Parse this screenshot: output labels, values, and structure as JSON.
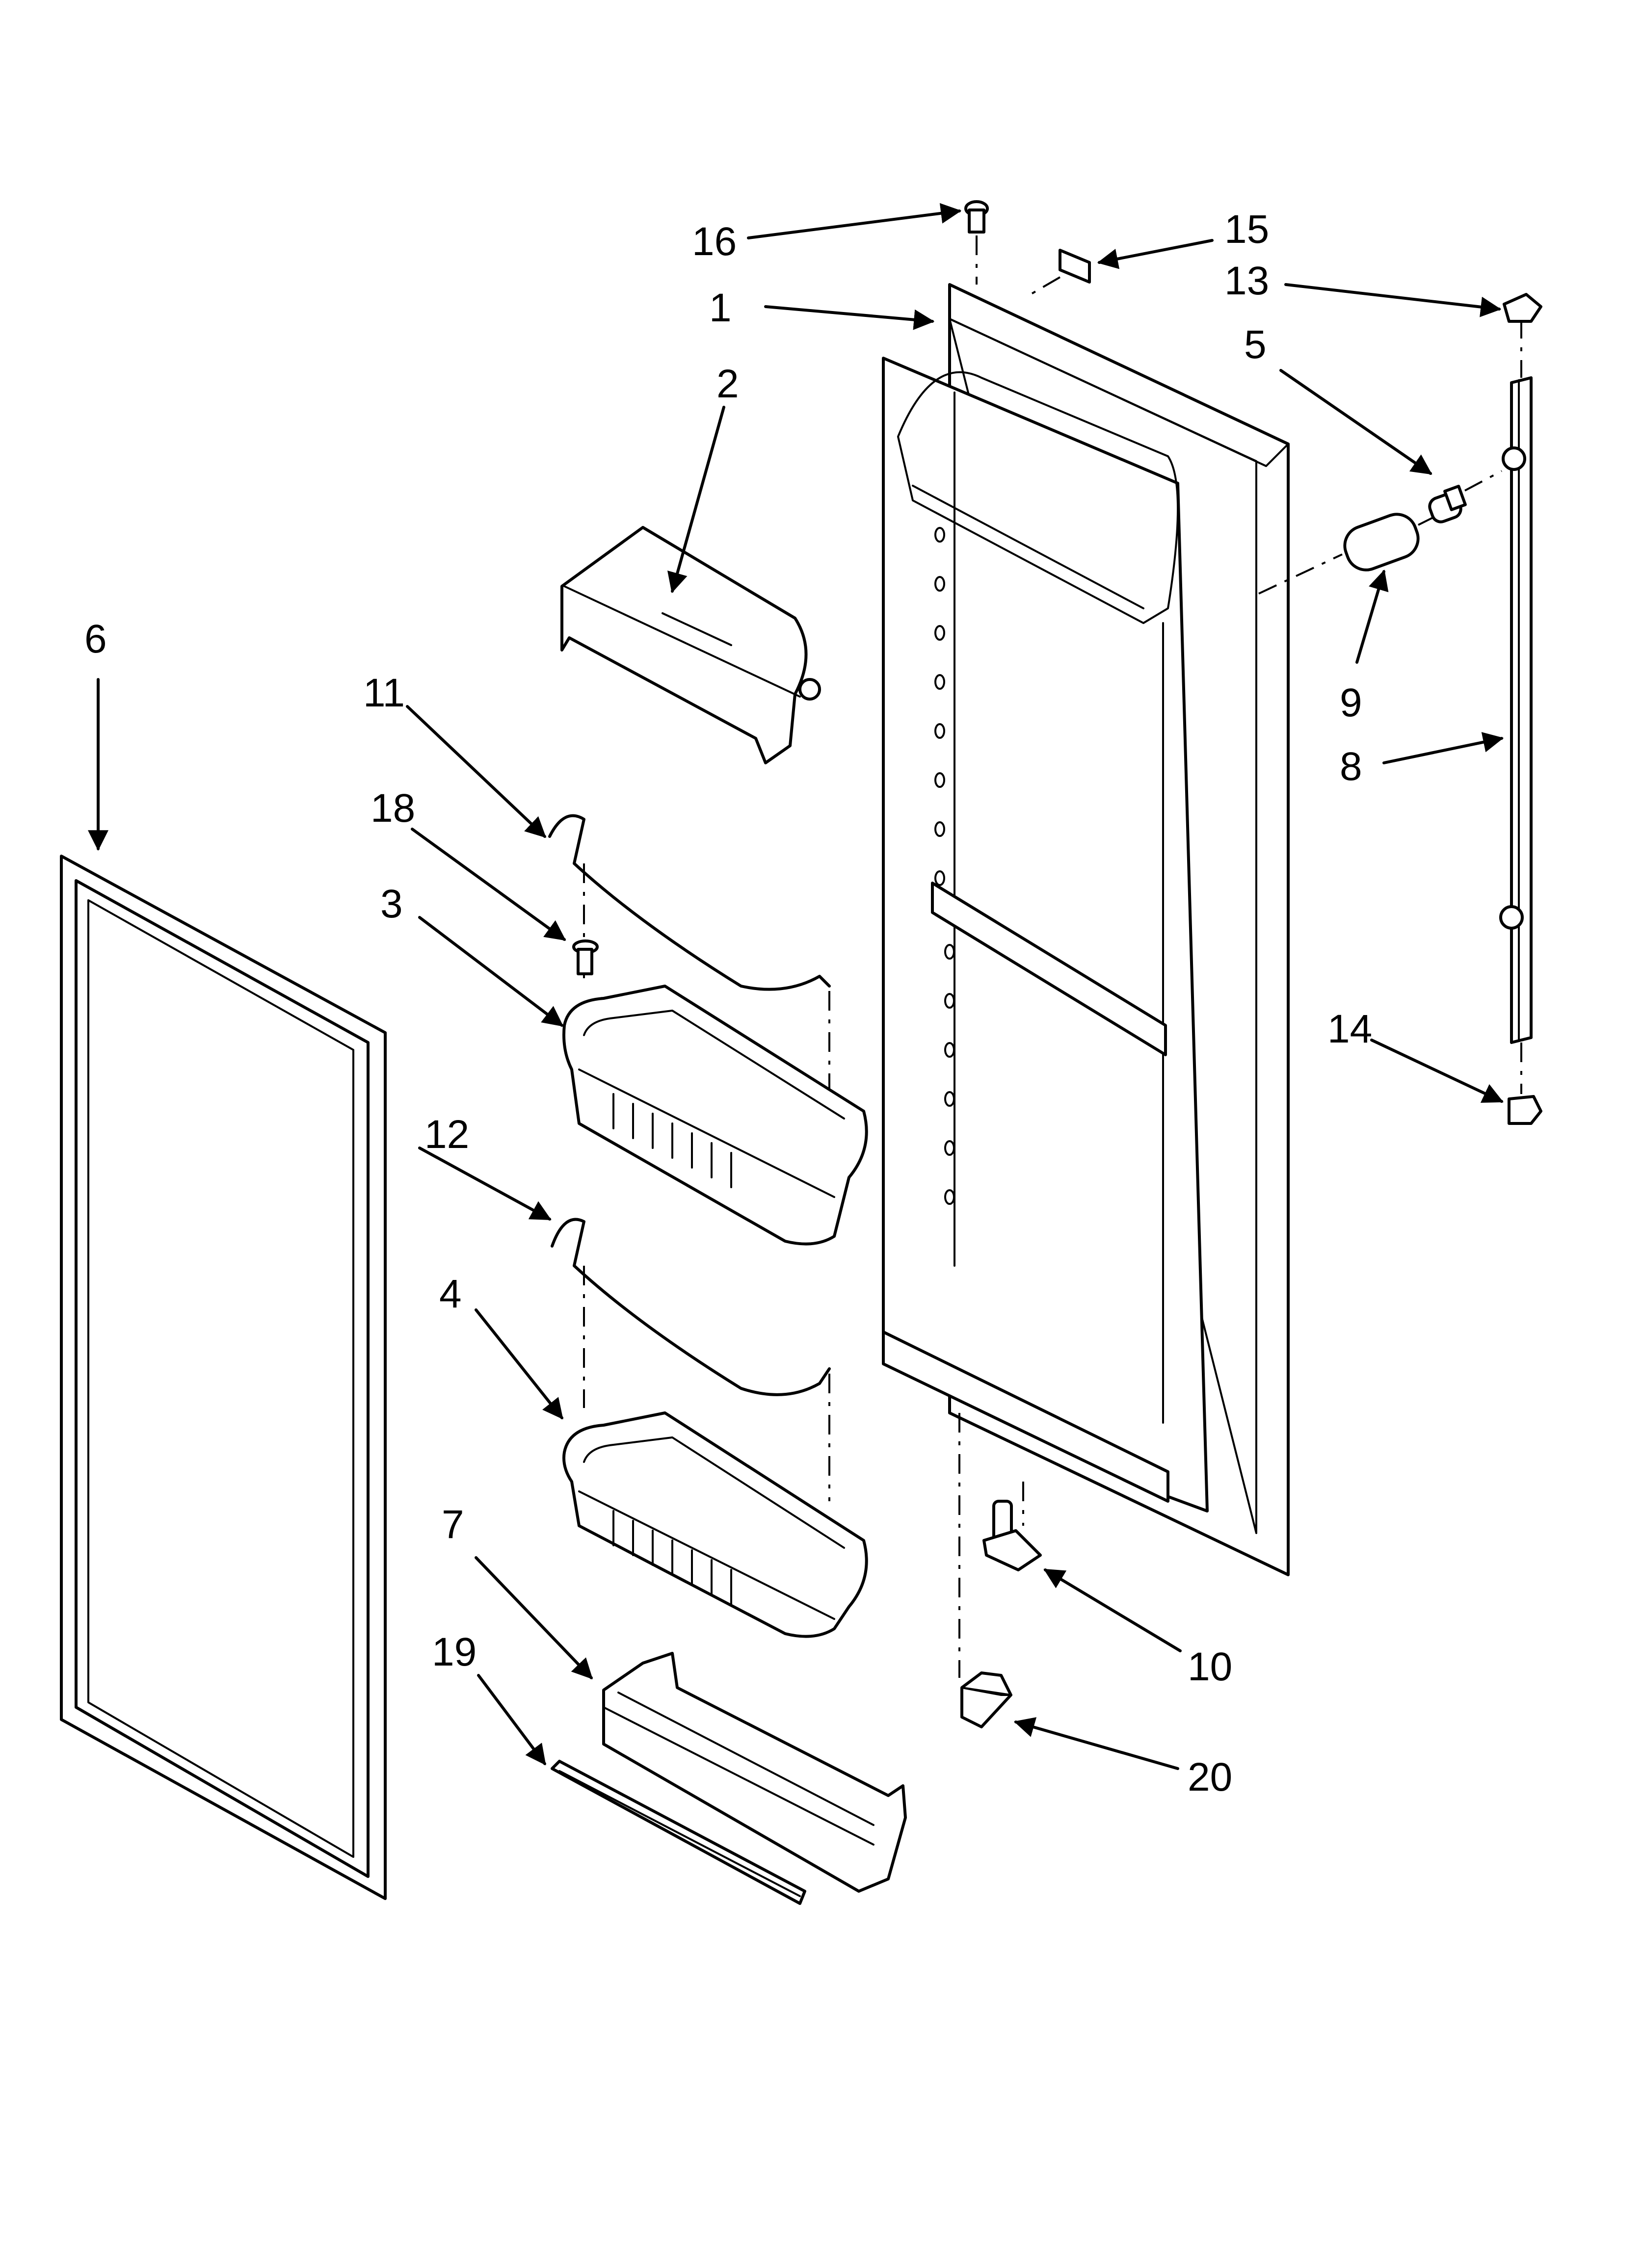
{
  "callouts": {
    "c1": "1",
    "c2": "2",
    "c3": "3",
    "c4": "4",
    "c5": "5",
    "c6": "6",
    "c7": "7",
    "c8": "8",
    "c9": "9",
    "c10": "10",
    "c11": "11",
    "c12": "12",
    "c13": "13",
    "c14": "14",
    "c15": "15",
    "c16": "16",
    "c18": "18",
    "c19": "19",
    "c20": "20"
  },
  "colors": {
    "ink": "#000000",
    "paper": "#ffffff"
  }
}
